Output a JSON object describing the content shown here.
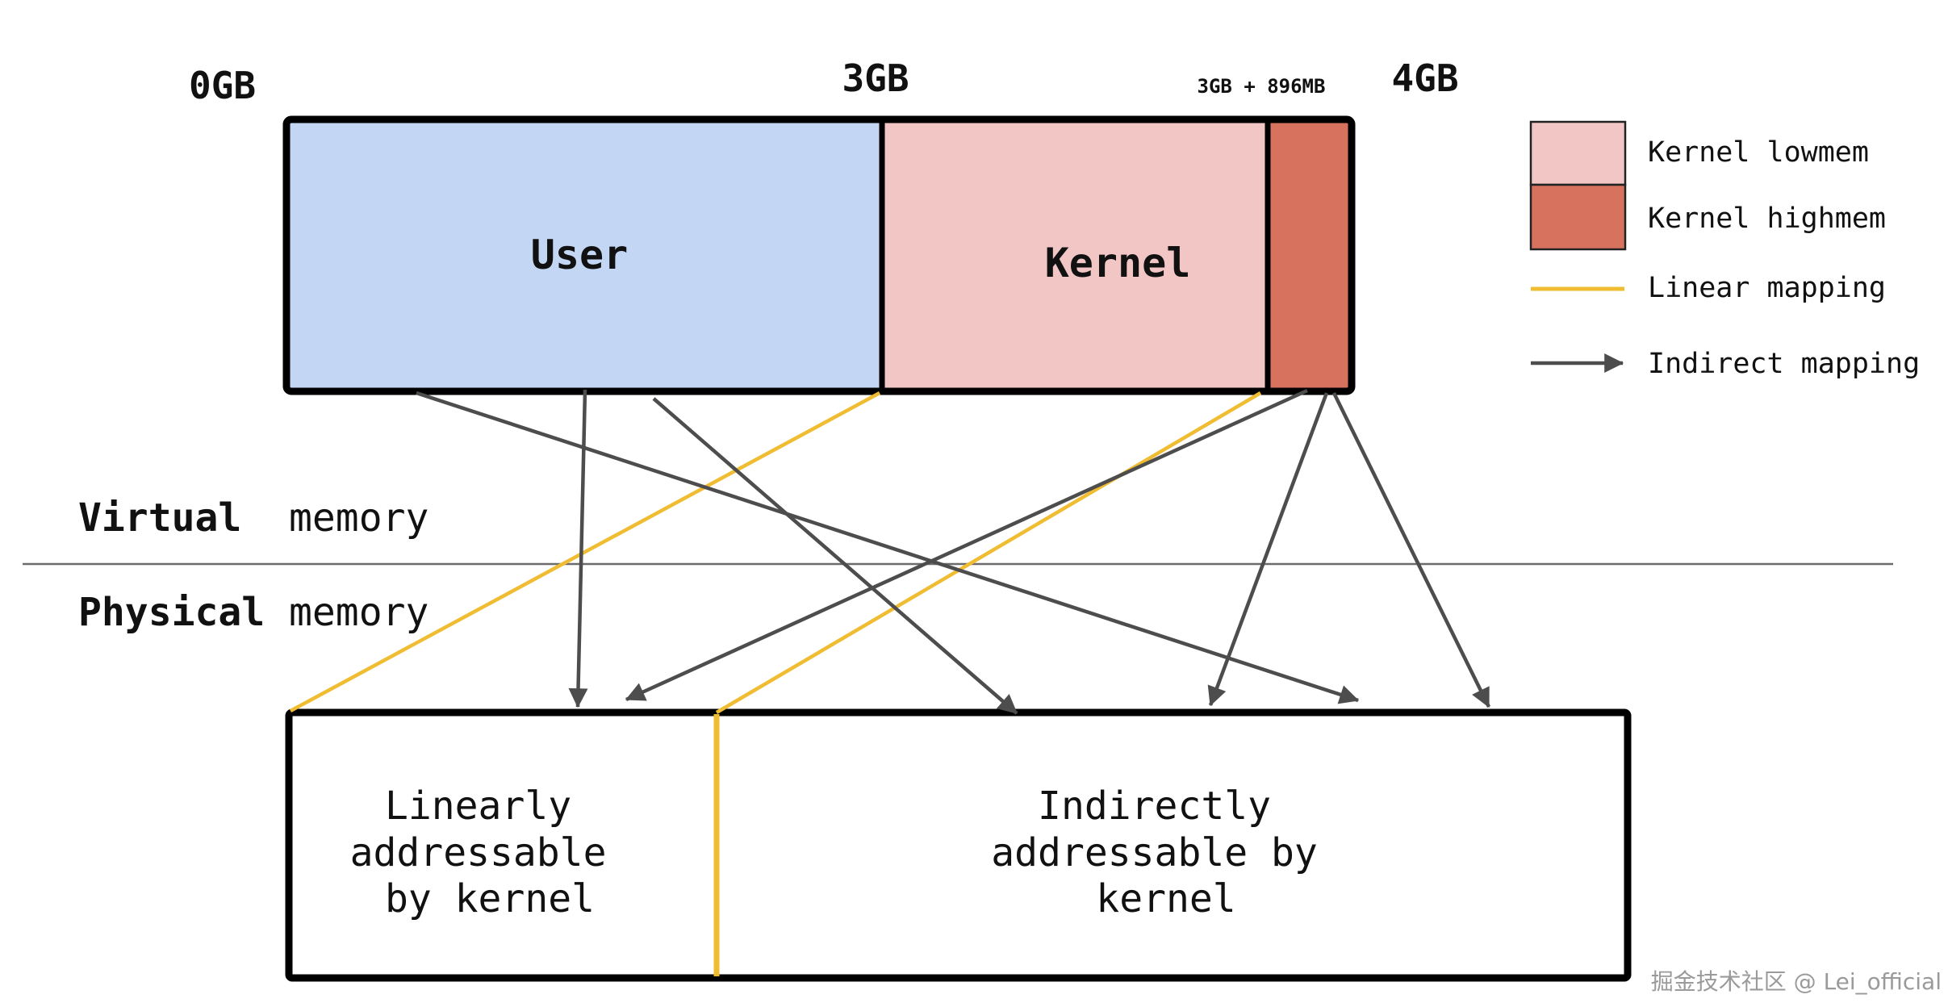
{
  "colors": {
    "user": "#c3d7f5",
    "kernel_lowmem": "#f3c6c6",
    "kernel_highmem": "#d6725e",
    "linear_mapping": "#f0bc32",
    "indirect_mapping": "#4d4d4d",
    "outline": "#000000",
    "divider": "#6b6b6b"
  },
  "virtual_bar": {
    "markers": {
      "start": "0GB",
      "user_kernel_split": "3GB",
      "highmem_start": "3GB + 896MB",
      "end": "4GB"
    },
    "segments": {
      "user": "User",
      "kernel": "Kernel"
    }
  },
  "regions": {
    "virtual_bold": "Virtual",
    "virtual_rest": "memory",
    "physical_bold": "Physical",
    "physical_rest": "memory"
  },
  "physical_bar": {
    "linear_zone": [
      "Linearly",
      "addressable",
      "by kernel"
    ],
    "indirect_zone": [
      "Indirectly",
      "addressable by",
      "kernel"
    ]
  },
  "legend": {
    "lowmem": "Kernel lowmem",
    "highmem": "Kernel highmem",
    "linear": "Linear mapping",
    "indirect": "Indirect mapping"
  },
  "watermark": "掘金技术社区 @ Lei_official"
}
